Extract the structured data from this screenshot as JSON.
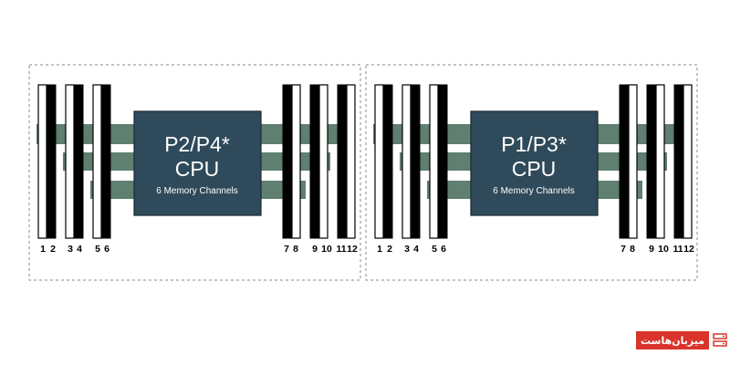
{
  "cpus": [
    {
      "title_line1": "P2/P4*",
      "title_line2": "CPU",
      "subtitle": "6 Memory Channels"
    },
    {
      "title_line1": "P1/P3*",
      "title_line2": "CPU",
      "subtitle": "6 Memory Channels"
    }
  ],
  "slot_labels": [
    "1",
    "2",
    "3",
    "4",
    "5",
    "6",
    "7",
    "8",
    "9",
    "10",
    "11",
    "12"
  ],
  "colors": {
    "bus": "#5f7f70",
    "cpu_box": "#2f4a5a",
    "badge": "#d9342b"
  },
  "watermark": {
    "text": "میزبان‌هاست",
    "icon": "server-rack-icon"
  }
}
